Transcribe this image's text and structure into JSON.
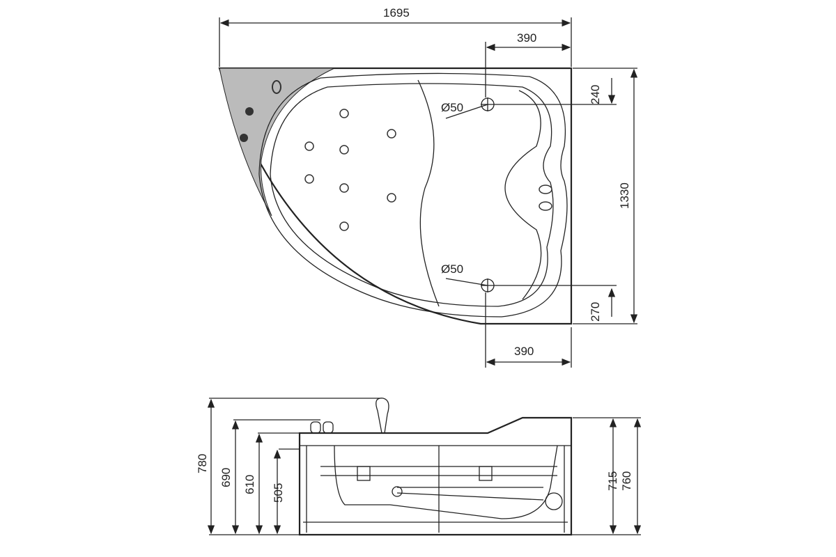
{
  "title": "Corner whirlpool bathtub technical drawing",
  "top_view": {
    "overall_length": "1695",
    "drain_offset_top": "390",
    "drain_offset_bottom": "390",
    "drain_from_top_edge": "240",
    "overall_width": "1330",
    "drain_from_bottom_edge": "270",
    "drain_diameter_top": "Ø50",
    "drain_diameter_bottom": "Ø50"
  },
  "side_view": {
    "height_headrest": "780",
    "height_taps": "690",
    "height_rim": "610",
    "height_frame": "505",
    "height_right_rim": "715",
    "height_right_total": "760"
  }
}
